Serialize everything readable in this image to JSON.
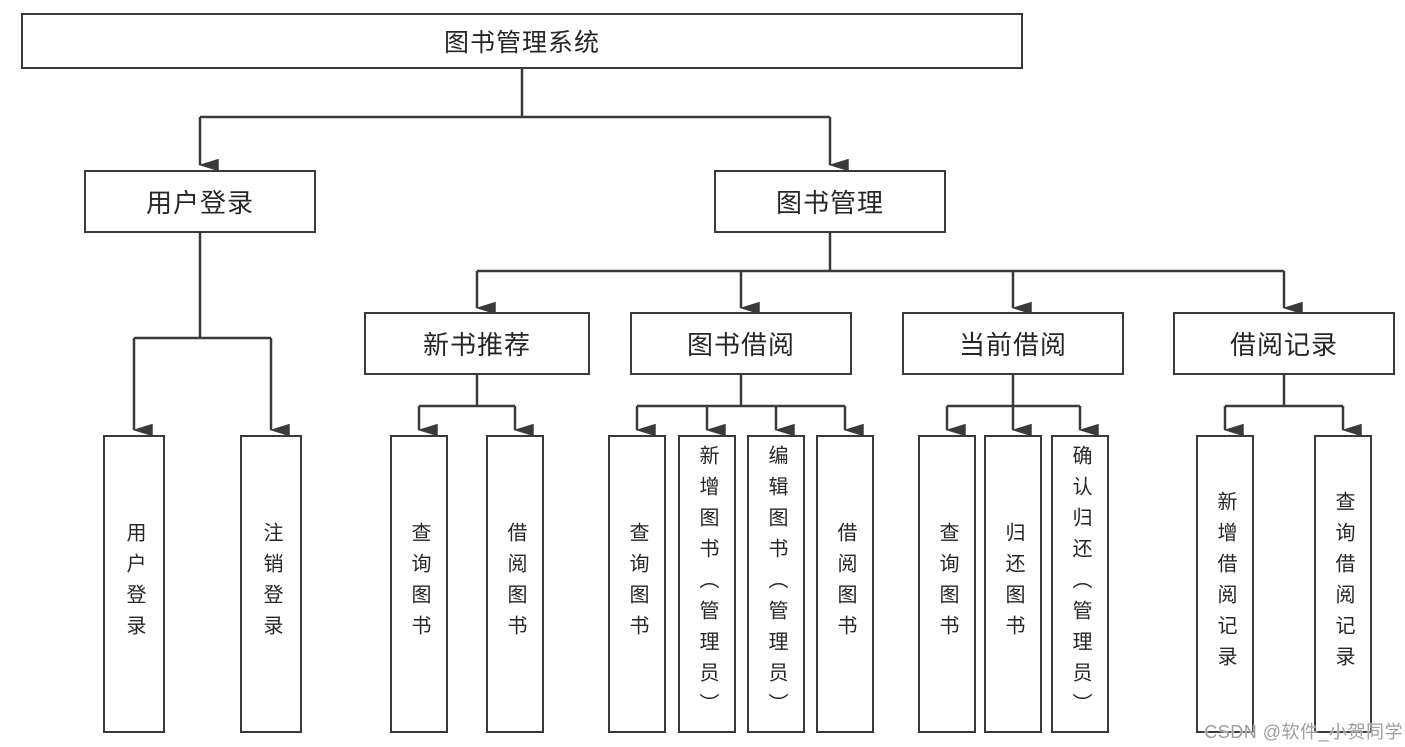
{
  "diagram": {
    "title": "图书管理系统",
    "colors": {
      "line": "#3a3a3a",
      "box_border": "#3a3a3a",
      "box_fill": "#ffffff",
      "text": "#262626",
      "watermark": "#9d9d9d",
      "background": "#ffffff"
    },
    "tree": {
      "label": "图书管理系统",
      "children": [
        {
          "label": "用户登录",
          "children": [
            {
              "label": "用户登录"
            },
            {
              "label": "注销登录"
            }
          ]
        },
        {
          "label": "图书管理",
          "children": [
            {
              "label": "新书推荐",
              "children": [
                {
                  "label": "查询图书"
                },
                {
                  "label": "借阅图书"
                }
              ]
            },
            {
              "label": "图书借阅",
              "children": [
                {
                  "label": "查询图书"
                },
                {
                  "label": "新增图书（管理员）"
                },
                {
                  "label": "编辑图书（管理员）"
                },
                {
                  "label": "借阅图书"
                }
              ]
            },
            {
              "label": "当前借阅",
              "children": [
                {
                  "label": "查询图书"
                },
                {
                  "label": "归还图书"
                },
                {
                  "label": "确认归还（管理员）"
                }
              ]
            },
            {
              "label": "借阅记录",
              "children": [
                {
                  "label": "新增借阅记录"
                },
                {
                  "label": "查询借阅记录"
                }
              ]
            }
          ]
        }
      ]
    },
    "watermark": "CSDN @软件_小贺同学"
  }
}
